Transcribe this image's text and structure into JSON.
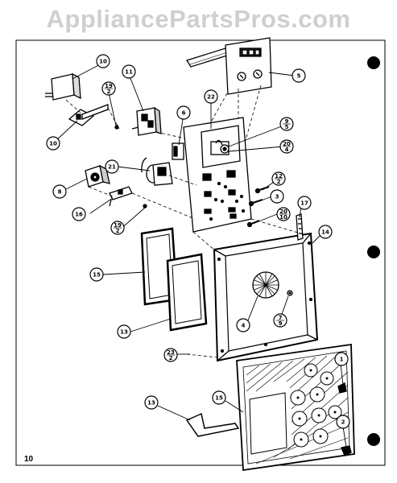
{
  "watermark": "AppliancePartsPros.com",
  "page_number": "10",
  "callouts": {
    "c10a": "10",
    "c10b": "10",
    "c11": "11",
    "c19a": "19/2",
    "c19b": "19/2",
    "c22": "22",
    "c5": "5",
    "c6": "6",
    "c9": "9/5",
    "c20a": "20/4",
    "c21": "21",
    "c8": "8",
    "c16": "16",
    "c12": "12/2",
    "c3": "3",
    "c20b": "20/10",
    "c17": "17",
    "c14": "14",
    "c15a": "15",
    "c13a": "13",
    "c4": "4",
    "c7": "7/9",
    "c23": "23/2",
    "c1": "1",
    "c13b": "13",
    "c15b": "15",
    "c2": "2"
  }
}
